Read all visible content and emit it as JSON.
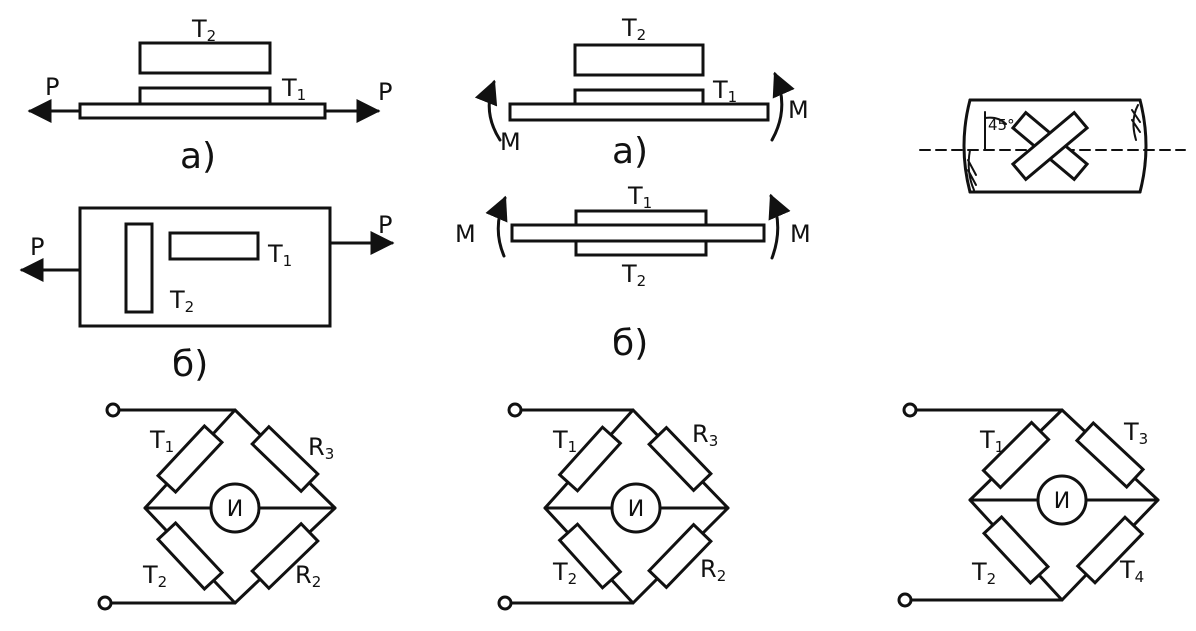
{
  "labels": {
    "force": "P",
    "moment": "M",
    "gauge_base": "T",
    "resistor_base": "R",
    "sub1": "1",
    "sub2": "2",
    "sub3": "3",
    "sub4": "4",
    "angle": "45°",
    "meter": "И"
  },
  "captions": {
    "a": "a)",
    "b": "б)"
  }
}
